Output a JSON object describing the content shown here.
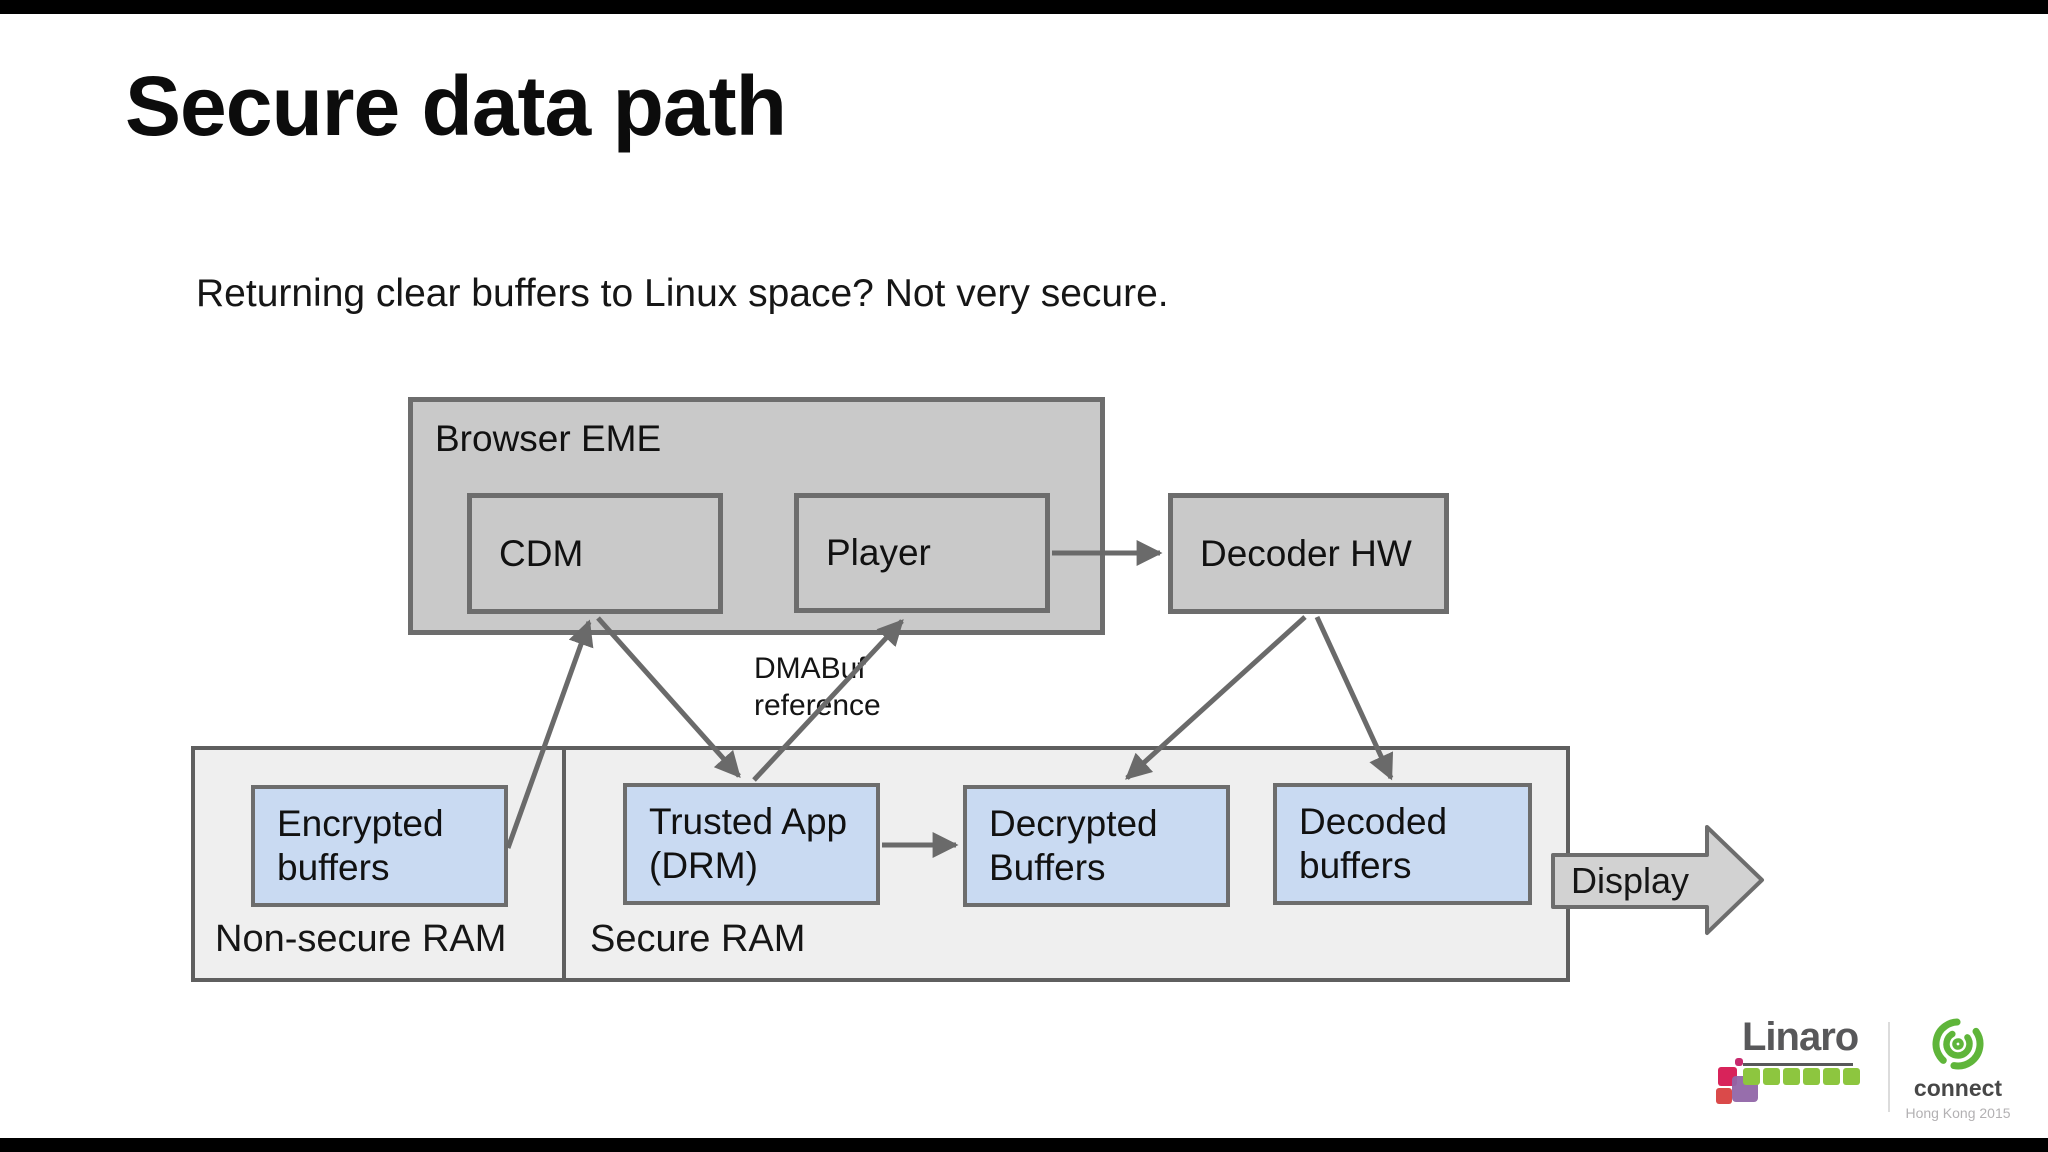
{
  "slide": {
    "title": "Secure data path",
    "subtitle": "Returning clear buffers to Linux space? Not very secure."
  },
  "diagram": {
    "browser_eme_label": "Browser EME",
    "cdm_label": "CDM",
    "player_label": "Player",
    "decoder_hw_label": "Decoder HW",
    "dmabuf_line1": "DMABuf",
    "dmabuf_line2": "reference",
    "encrypted_label": "Encrypted buffers",
    "trusted_app_label": "Trusted App (DRM)",
    "decrypted_label": "Decrypted Buffers",
    "decoded_label": "Decoded buffers",
    "non_secure_ram_label": "Non-secure RAM",
    "secure_ram_label": "Secure RAM",
    "display_label": "Display"
  },
  "colors": {
    "box_gray_fill": "#c9c9c9",
    "box_border": "#6d6d6d",
    "container_fill": "#efefef",
    "container_border": "#5f5f5f",
    "buffer_blue_fill": "#c9daf2",
    "arrow_gray": "#6a6a6a",
    "display_fill": "#d2d2d2"
  },
  "footer": {
    "linaro_text": "Linaro",
    "connect_text": "connect",
    "event_text": "Hong Kong 2015",
    "linaro_green": "#8dc63f",
    "connect_green": "#5fb53a"
  }
}
